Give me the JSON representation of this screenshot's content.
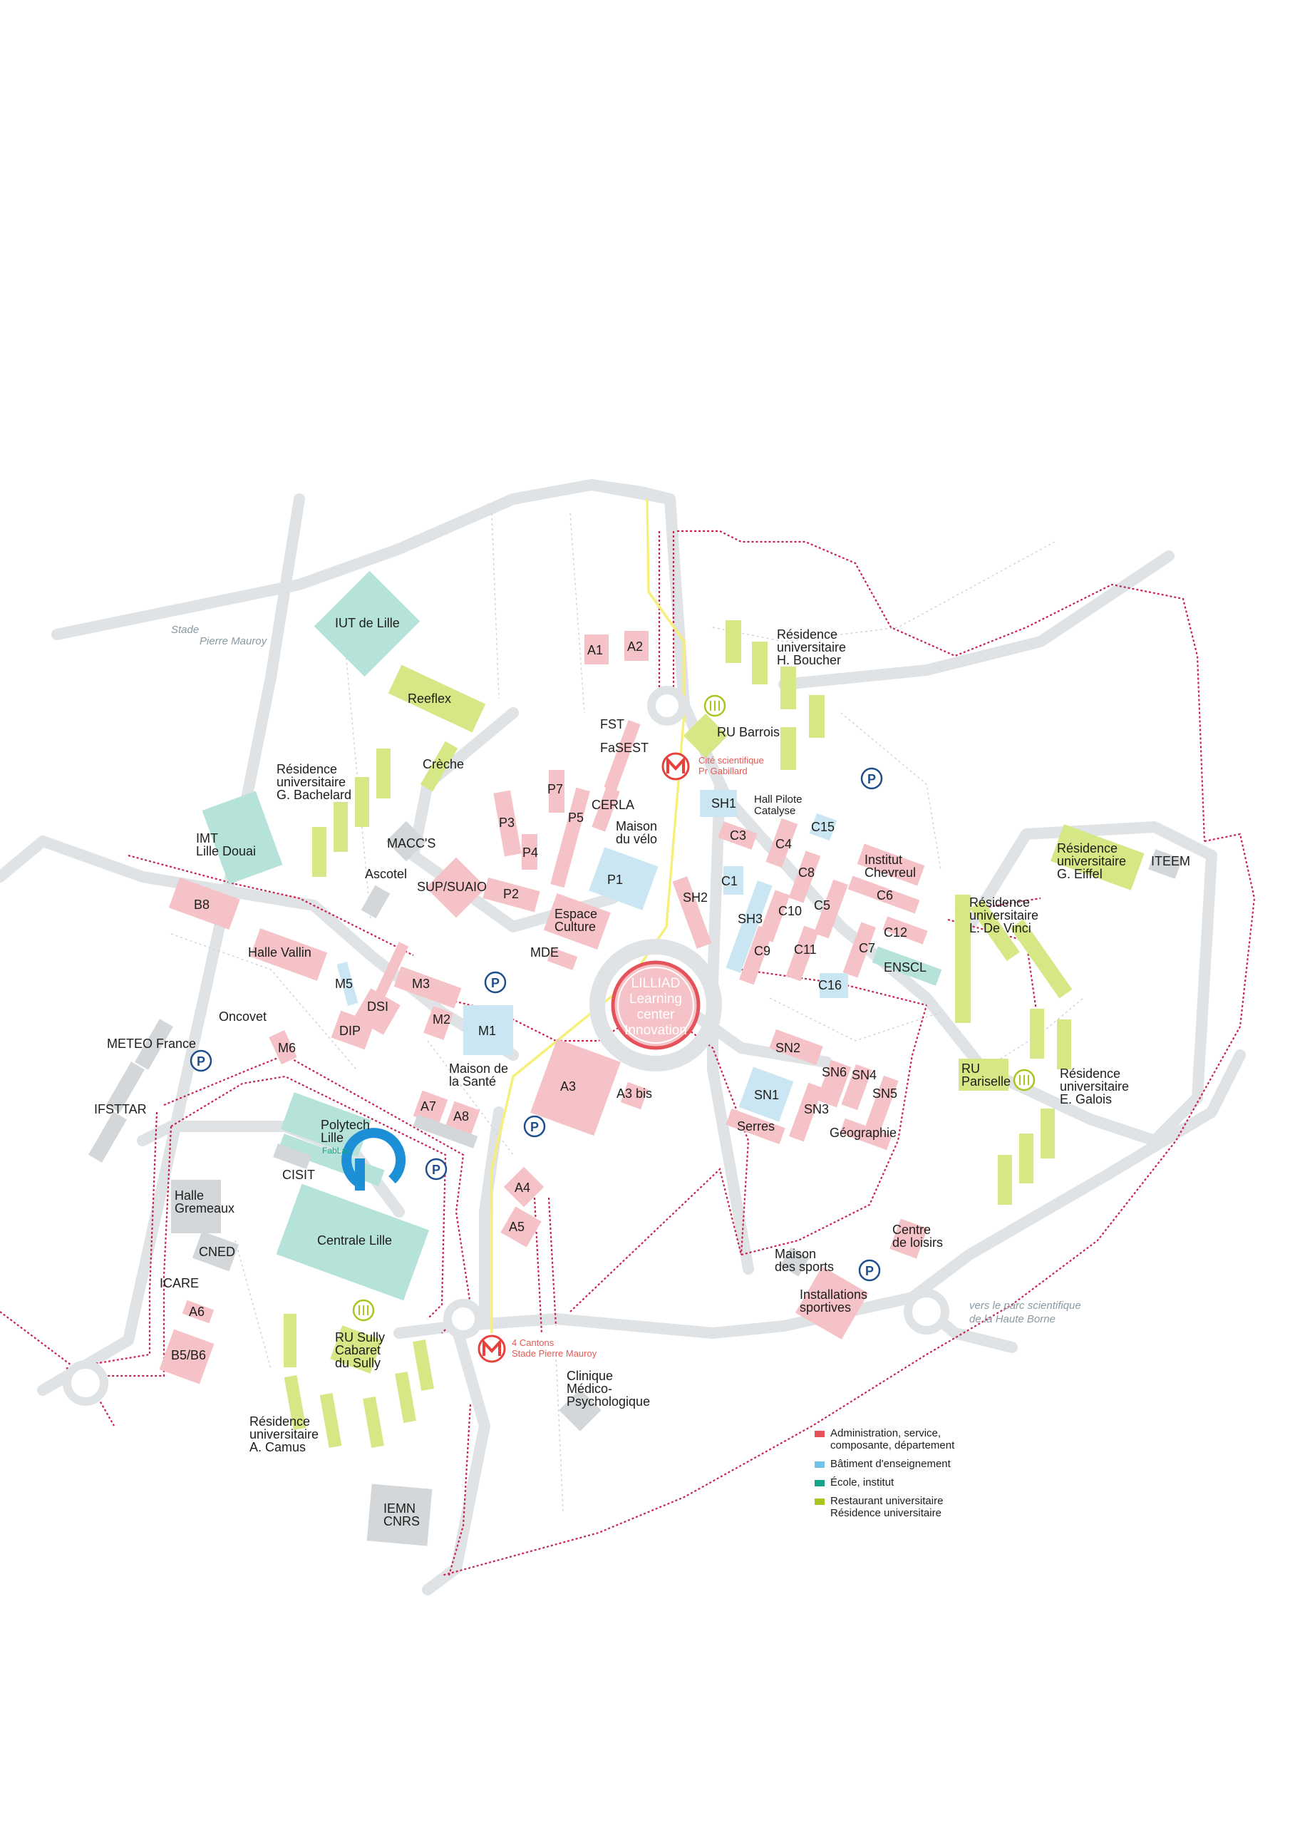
{
  "map": {
    "center": {
      "name": "LILLIAD",
      "subtitle_lines": [
        "Learning",
        "center",
        "Innovation"
      ]
    },
    "metro_stations": [
      {
        "name_lines": [
          "Cité scientifique",
          "Pr Gabillard"
        ]
      },
      {
        "name_lines": [
          "4 Cantons",
          "Stade Pierre Mauroy"
        ]
      }
    ],
    "place_labels": {
      "stade_pierre_mauroy": [
        "Stade",
        "Pierre Mauroy"
      ],
      "haute_borne": [
        "vers le parc scientifique",
        "de la Haute Borne"
      ]
    },
    "buildings": {
      "iut": "IUT de Lille",
      "a1": "A1",
      "a2": "A2",
      "reeflex": "Reeflex",
      "creche": "Crèche",
      "res_bachelard": [
        "Résidence",
        "universitaire",
        "G. Bachelard"
      ],
      "imt": [
        "IMT",
        "Lille Douai"
      ],
      "maccs": "MACC'S",
      "ascotel": "Ascotel",
      "fst": "FST",
      "fasest": "FaSEST",
      "cerla": "CERLA",
      "maison_velo": [
        "Maison",
        "du vélo"
      ],
      "p7": "P7",
      "p3": "P3",
      "p5": "P5",
      "p4": "P4",
      "p2": "P2",
      "p1": "P1",
      "sup_suaio": "SUP/SUAIO",
      "espace_culture": [
        "Espace",
        "Culture"
      ],
      "mde": "MDE",
      "b8": "B8",
      "halle_vallin": "Halle Vallin",
      "m5": "M5",
      "m3": "M3",
      "dsi": "DSI",
      "m2": "M2",
      "m1": "M1",
      "dip": "DIP",
      "oncovet": "Oncovet",
      "m6": "M6",
      "meteo": "METEO France",
      "ifsttar": "IFSTTAR",
      "maison_sante": [
        "Maison de",
        "la Santé"
      ],
      "a7": "A7",
      "a8": "A8",
      "a3": "A3",
      "a3bis": "A3 bis",
      "a4": "A4",
      "a5": "A5",
      "polytech": [
        "Polytech",
        "Lille"
      ],
      "fablab": "FabLab",
      "cisit": "CISIT",
      "halle_gremeaux": [
        "Halle",
        "Gremeaux"
      ],
      "centrale": "Centrale Lille",
      "cned": "CNED",
      "icare": "ICARE",
      "a6": "A6",
      "b5b6": "B5/B6",
      "ru_sully": [
        "RU Sully",
        "Cabaret",
        "du Sully"
      ],
      "res_camus": [
        "Résidence",
        "universitaire",
        "A. Camus"
      ],
      "iemn": [
        "IEMN",
        "CNRS"
      ],
      "clinique": [
        "Clinique",
        "Médico-",
        "Psychologique"
      ],
      "res_boucher": [
        "Résidence",
        "universitaire",
        "H. Boucher"
      ],
      "ru_barrois": "RU Barrois",
      "sh1": "SH1",
      "hall_pilote": [
        "Hall Pilote",
        "Catalyse"
      ],
      "c15": "C15",
      "c3": "C3",
      "c4": "C4",
      "institut_chevreul": [
        "Institut",
        "Chevreul"
      ],
      "c1": "C1",
      "c8": "C8",
      "c6": "C6",
      "sh2": "SH2",
      "sh3": "SH3",
      "c10": "C10",
      "c5": "C5",
      "c12": "C12",
      "c9": "C9",
      "c11": "C11",
      "c7": "C7",
      "enscl": "ENSCL",
      "c16": "C16",
      "res_eiffel": [
        "Résidence",
        "universitaire",
        "G. Eiffel"
      ],
      "iteem": "ITEEM",
      "res_vinci": [
        "Résidence",
        "universitaire",
        "L. De Vinci"
      ],
      "sn2": "SN2",
      "sn6": "SN6",
      "sn4": "SN4",
      "sn1": "SN1",
      "sn3": "SN3",
      "sn5": "SN5",
      "serres": "Serres",
      "geographie": "Géographie",
      "ru_pariselle": [
        "RU",
        "Pariselle"
      ],
      "res_galois": [
        "Résidence",
        "universitaire",
        "E. Galois"
      ],
      "maison_sports": [
        "Maison",
        "des sports"
      ],
      "installations": [
        "Installations",
        "sportives"
      ],
      "centre_loisirs": [
        "Centre",
        "de loisirs"
      ]
    },
    "parking_symbol": "P"
  },
  "legend": {
    "items": [
      {
        "label_lines": [
          "Administration, service,",
          "composante, département"
        ],
        "color": "#e5525a"
      },
      {
        "label_lines": [
          "Bâtiment d'enseignement"
        ],
        "color": "#72c2e7"
      },
      {
        "label_lines": [
          "École, institut"
        ],
        "color": "#16a38a"
      },
      {
        "label_lines": [
          "Restaurant universitaire",
          "Résidence universitaire"
        ],
        "color": "#a9c520"
      }
    ]
  },
  "colors": {
    "admin": "#f4c2c7",
    "teaching": "#cbe6f3",
    "school": "#b5e3d9",
    "resto": "#d6e785",
    "other": "#d3d7da",
    "boundary": "#c8234f",
    "metro_line": "#f6ef7a",
    "metro_icon": "#e8413b",
    "parking": "#1f4e8c",
    "logo": "#1d8fd6"
  },
  "icons": [
    "metro-icon",
    "parking-icon",
    "restaurant-icon",
    "polytech-logo"
  ]
}
